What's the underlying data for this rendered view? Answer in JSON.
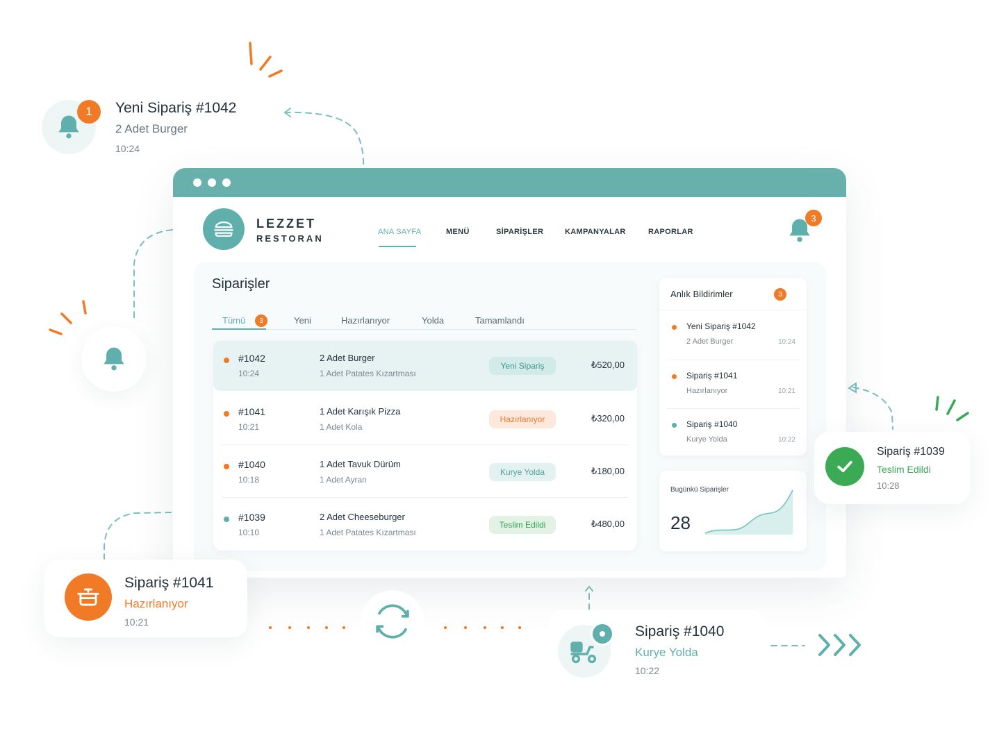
{
  "colors": {
    "teal": "#5fb0ac",
    "orange": "#f07a25",
    "green": "#38a85a"
  },
  "floating": {
    "new_order": {
      "title": "Yeni Sipariş #1042",
      "subtitle": "2 Adet Burger",
      "time": "10:24",
      "badge": "1",
      "icon": "bell-icon"
    },
    "preparing": {
      "title": "Sipariş #1041",
      "subtitle": "Hazırlanıyor",
      "time": "10:21",
      "icon": "cooking-pot-icon"
    },
    "delivered": {
      "title": "Sipariş #1039",
      "subtitle": "Teslim Edildi",
      "time": "10:28",
      "icon": "check-icon"
    },
    "on_way": {
      "title": "Sipariş #1040",
      "subtitle": "Kurye Yolda",
      "time": "10:22",
      "icon": "courier-scooter-icon"
    }
  },
  "brand": {
    "line1": "LEZZET",
    "line2": "RESTORAN",
    "icon": "burger-icon"
  },
  "nav": {
    "items": [
      "ANA SAYFA",
      "MENÜ",
      "SİPARİŞLER",
      "KAMPANYALAR",
      "RAPORLAR"
    ],
    "active": "ANA SAYFA",
    "bell_count": "3"
  },
  "orders": {
    "title": "Siparişler",
    "tabs": [
      "Tümü",
      "Yeni",
      "Hazırlanıyor",
      "Yolda",
      "Tamamlandı"
    ],
    "tab_count": "3",
    "rows": [
      {
        "id": "#1042",
        "time": "10:24",
        "item": "2 Adet Burger",
        "item2": "1 Adet Patates Kızartması",
        "status": "Yeni Sipariş",
        "price": "₺520,00"
      },
      {
        "id": "#1041",
        "time": "10:21",
        "item": "1 Adet Karışık Pizza",
        "item2": "1 Adet Kola",
        "status": "Hazırlanıyor",
        "price": "₺320,00"
      },
      {
        "id": "#1040",
        "time": "10:18",
        "item": "1 Adet Tavuk Dürüm",
        "item2": "1 Adet Ayran",
        "status": "Kurye Yolda",
        "price": "₺180,00"
      },
      {
        "id": "#1039",
        "time": "10:10",
        "item": "2 Adet Cheeseburger",
        "item2": "1 Adet Patates Kızartması",
        "status": "Teslim Edildi",
        "price": "₺480,00"
      }
    ]
  },
  "notifications": {
    "title": "Anlık Bildirimler",
    "count": "3",
    "items": [
      {
        "title": "Yeni Sipariş #1042",
        "sub": "2 Adet Burger",
        "time": "10:24"
      },
      {
        "title": "Sipariş #1041",
        "sub": "Hazırlanıyor",
        "time": "10:21"
      },
      {
        "title": "Sipariş #1040",
        "sub": "Kurye Yolda",
        "time": "10:22"
      }
    ]
  },
  "stats": {
    "label": "Bugünkü Siparişler",
    "value": "28"
  }
}
